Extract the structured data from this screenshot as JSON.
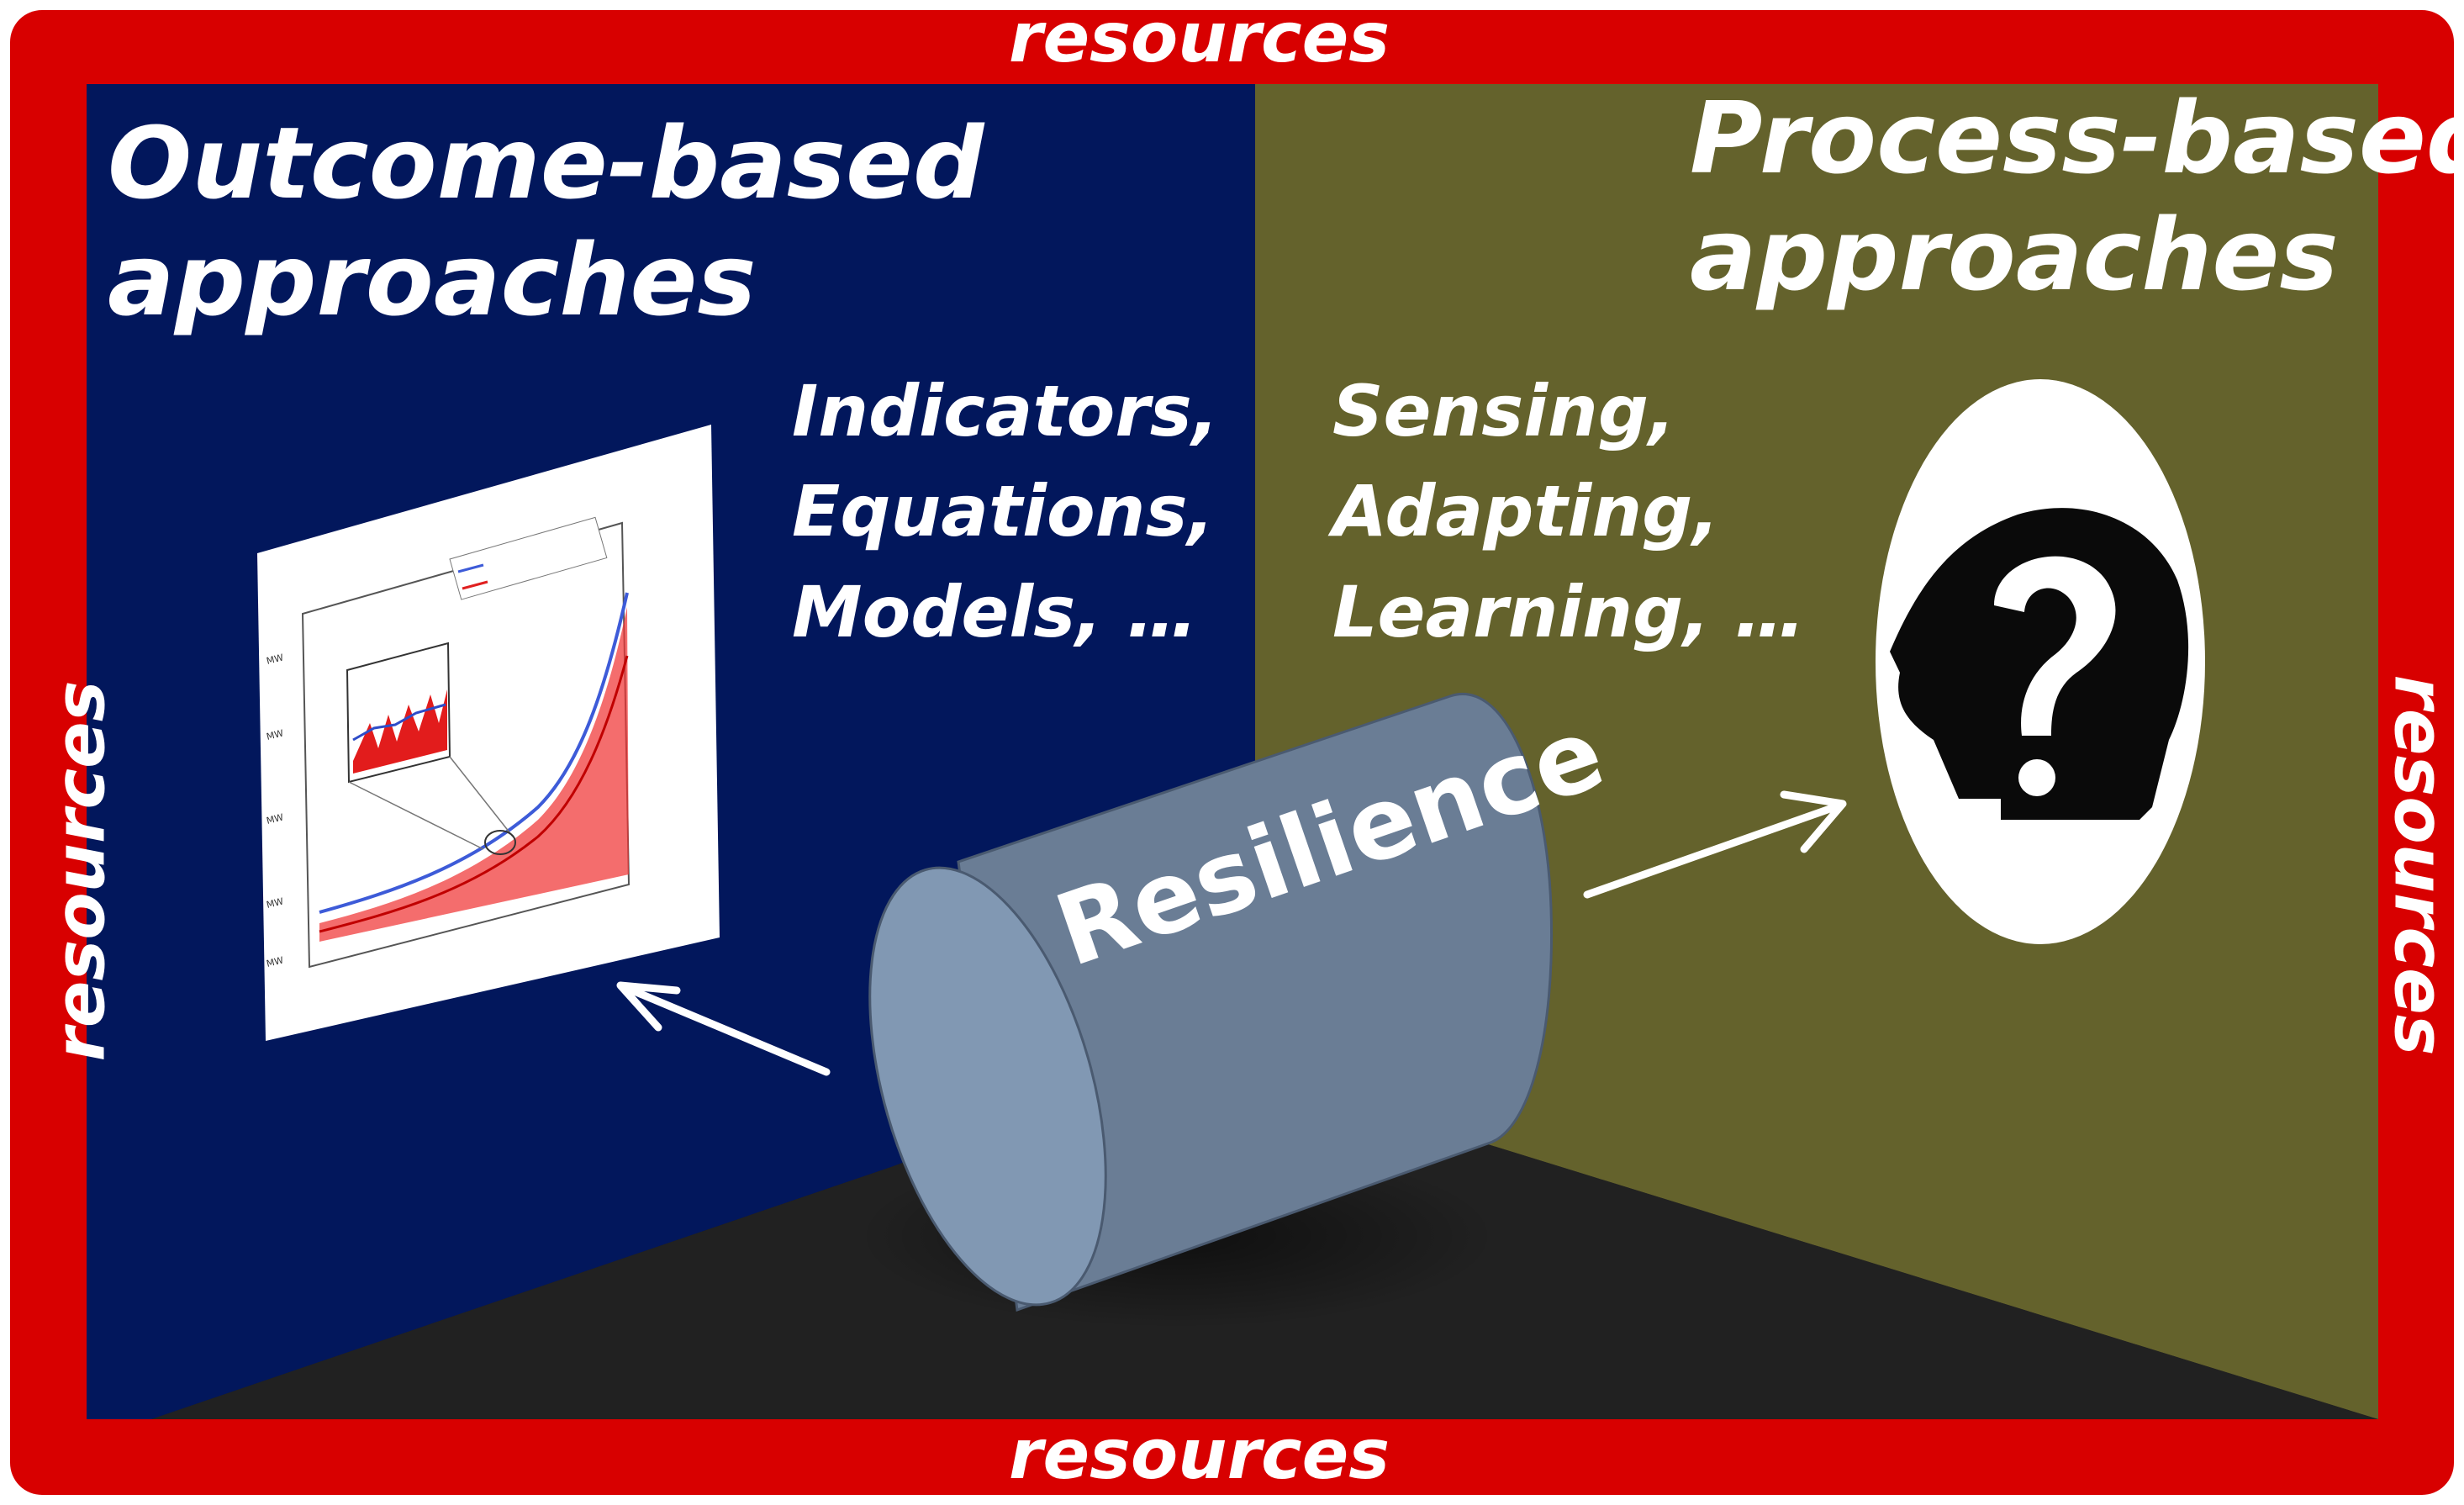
{
  "colors": {
    "frame": "#d80000",
    "outcome_wall": "#02175c",
    "process_wall": "#64622c",
    "floor": "#212121",
    "cylinder": "#6a7d95",
    "cylinder_face": "#8198b3"
  },
  "frame": {
    "top_label": "resources",
    "bottom_label": "resources",
    "left_label": "resources",
    "right_label": "resources"
  },
  "outcome": {
    "title_line1": "Outcome-based",
    "title_line2": "approaches",
    "items": [
      "Indicators,",
      "Equations,",
      "Models, …"
    ]
  },
  "process": {
    "title_line1": "Process-based",
    "title_line2": "approaches",
    "items": [
      "Sensing,",
      "Adapting,",
      "Learning, …"
    ]
  },
  "center": {
    "label": "Resilience"
  },
  "icons": {
    "chart": "line-chart-thumbnail-icon",
    "head": "head-question-mark-icon",
    "arrow_left": "arrow-to-chart-icon",
    "arrow_right": "arrow-to-head-icon"
  }
}
